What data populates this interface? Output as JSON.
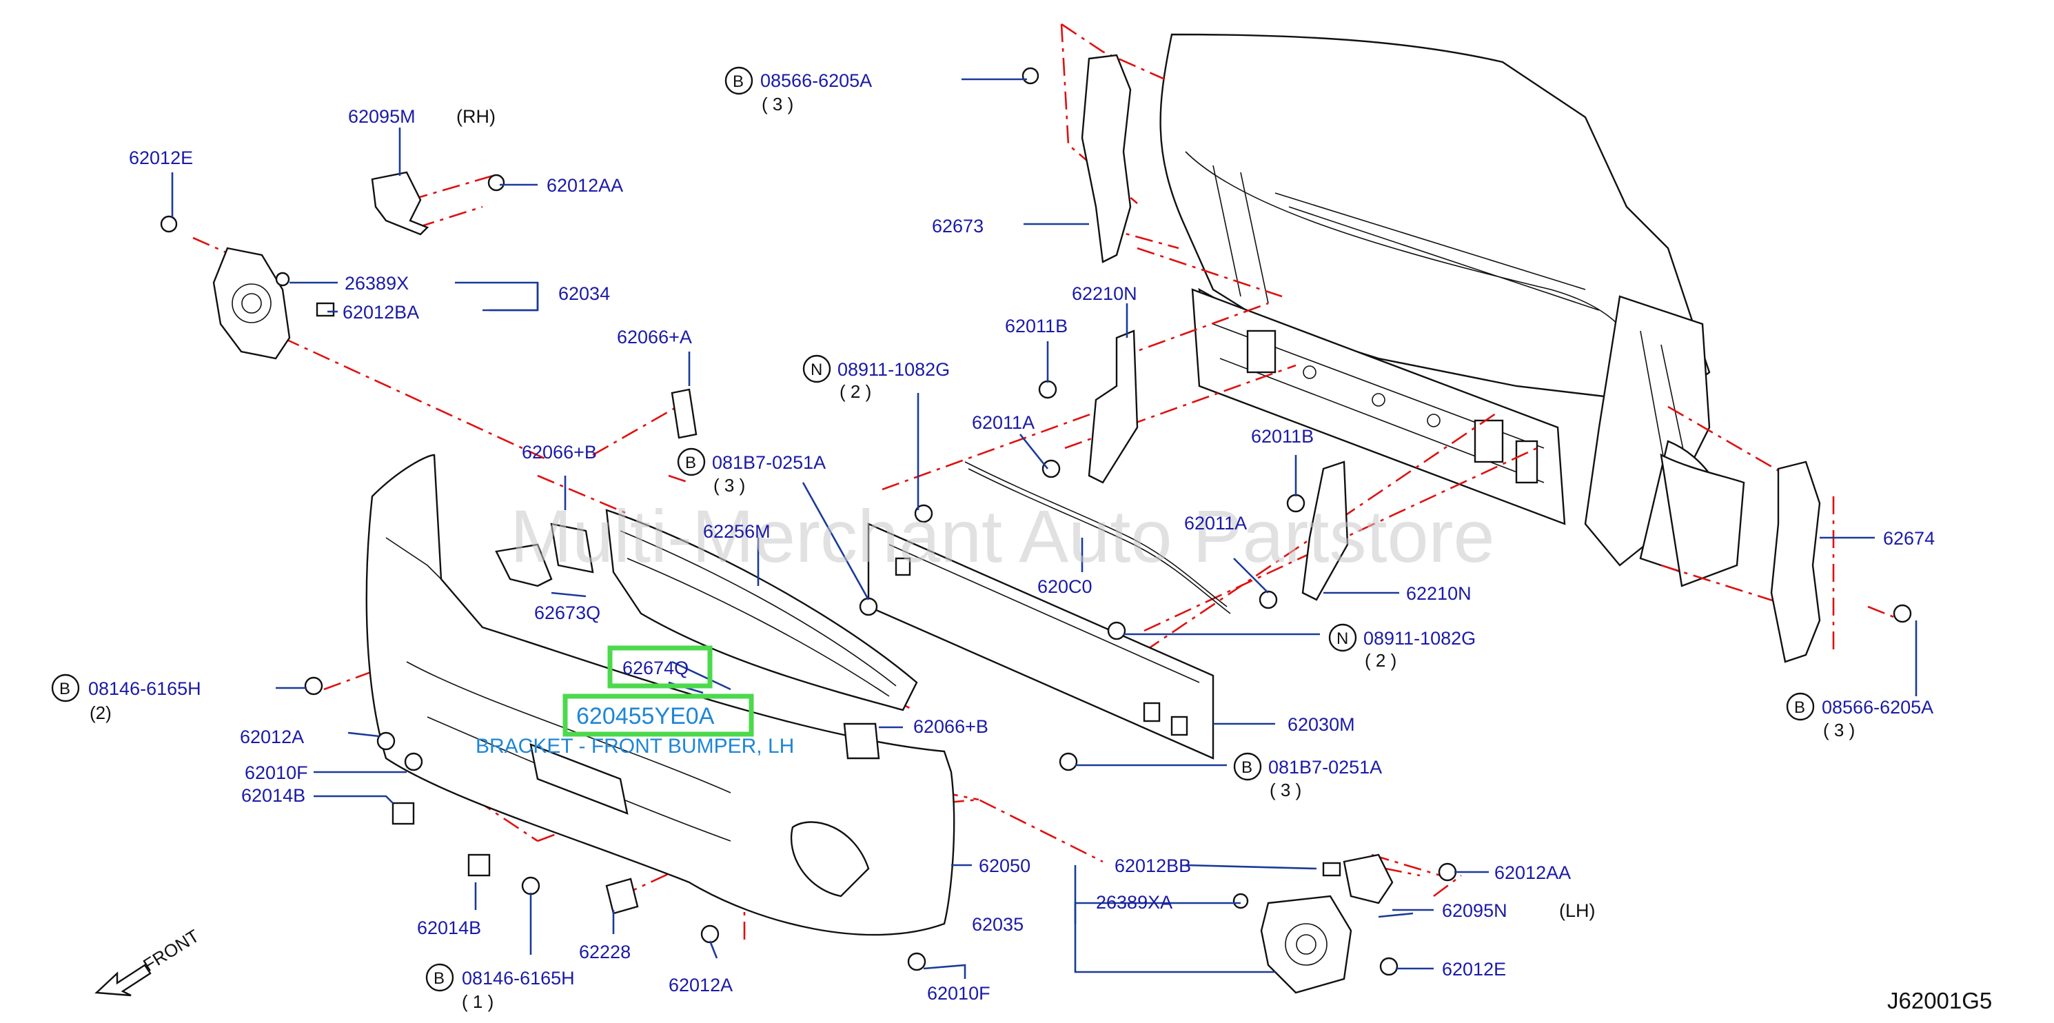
{
  "diagram": {
    "watermark": "Multi-Merchant Auto Partstore",
    "code": "J62001G5",
    "front": "FRONT",
    "highlight_part": "62674Q",
    "highlight_number": "620455YE0A",
    "highlight_desc": "BRACKET - FRONT BUMPER, LH",
    "labels": {
      "p62095M": "62095M",
      "rh": "(RH)",
      "p62012E_top": "62012E",
      "p62012AA_top": "62012AA",
      "p26389X": "26389X",
      "p62034": "62034",
      "p62012BA": "62012BA",
      "b08566_top": "08566-6205A",
      "b08566_top_qty": "( 3 )",
      "p62673": "62673",
      "p62210N_top": "62210N",
      "p62011B_left": "62011B",
      "n08911_top": "08911-1082G",
      "n08911_top_qty": "( 2 )",
      "p62066A": "62066+A",
      "p62066B_top": "62066+B",
      "b081B7_top": "081B7-0251A",
      "b081B7_top_qty": "( 3 )",
      "p62011A_left": "62011A",
      "p62011B_right": "62011B",
      "p62256M": "62256M",
      "p62673Q": "62673Q",
      "p620C0": "620C0",
      "p62011A_right": "62011A",
      "p62210N_right": "62210N",
      "p62674": "62674",
      "n08911_bot": "08911-1082G",
      "n08911_bot_qty": "( 2 )",
      "b08146_left": "08146-6165H",
      "b08146_left_qty": "(2)",
      "p62012A_left": "62012A",
      "p62066B_mid": "62066+B",
      "p62030M": "62030M",
      "b08566_right": "08566-6205A",
      "b08566_right_qty": "( 3 )",
      "p62010F_left": "62010F",
      "p62014B_left": "62014B",
      "b081B7_bot": "081B7-0251A",
      "b081B7_bot_qty": "( 3 )",
      "p62050": "62050",
      "p62012BB": "62012BB",
      "p62012AA_bot": "62012AA",
      "p26389XA": "26389XA",
      "p62095N": "62095N",
      "lh": "(LH)",
      "p62035": "62035",
      "p62012E_bot": "62012E",
      "p62014B_bot": "62014B",
      "p62228": "62228",
      "p62012A_bot": "62012A",
      "p62010F_bot": "62010F",
      "b08146_bot": "08146-6165H",
      "b08146_bot_qty": "( 1 )"
    },
    "circle_letters": {
      "b": "B",
      "n": "N"
    }
  }
}
